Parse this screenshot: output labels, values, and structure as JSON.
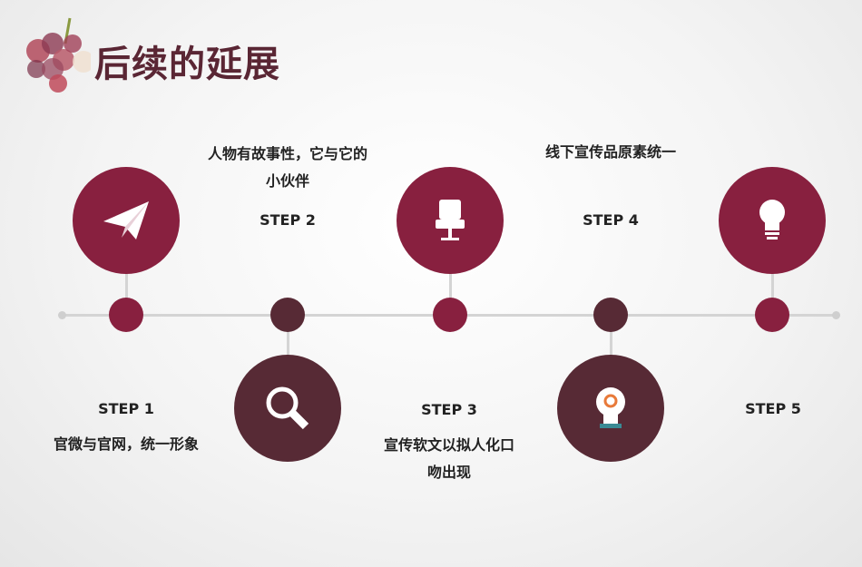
{
  "title": "后续的延展",
  "colors": {
    "crimson": "#88203f",
    "dark": "#572a35"
  },
  "steps": [
    {
      "label": "STEP 1",
      "desc": "官微与官网，统一形象",
      "icon": "paper-plane-icon"
    },
    {
      "label": "STEP 2",
      "desc": "人物有故事性，它与它的小伙伴",
      "icon": "magnifier-icon"
    },
    {
      "label": "STEP 3",
      "desc": "宣传软文以拟人化口吻出现",
      "icon": "chair-icon"
    },
    {
      "label": "STEP 4",
      "desc": "线下宣传品原素统一",
      "icon": "webcam-icon"
    },
    {
      "label": "STEP 5",
      "desc": "",
      "icon": "lightbulb-icon"
    }
  ]
}
